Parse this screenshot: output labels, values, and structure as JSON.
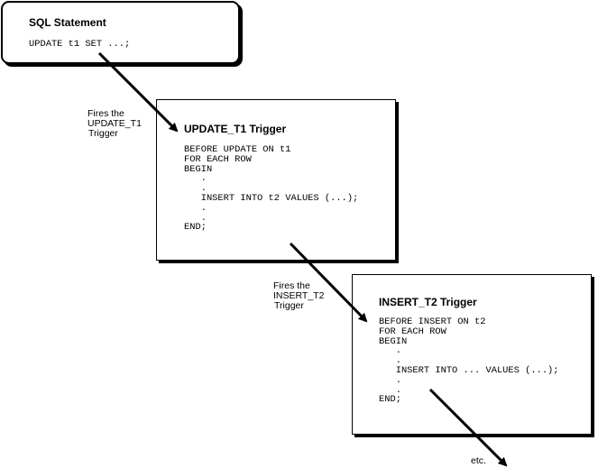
{
  "sql_box": {
    "title": "SQL Statement",
    "code": "UPDATE t1 SET ...;"
  },
  "trigger1": {
    "label_lines": [
      "Fires the",
      "UPDATE_T1",
      "Trigger"
    ],
    "title": "UPDATE_T1 Trigger",
    "code": [
      "BEFORE UPDATE ON t1",
      "FOR EACH ROW",
      "BEGIN",
      "   .",
      "   .",
      "   INSERT INTO t2 VALUES (...);",
      "   .",
      "   .",
      "END;"
    ]
  },
  "trigger2": {
    "label_lines": [
      "Fires the",
      "INSERT_T2",
      "Trigger"
    ],
    "title": "INSERT_T2 Trigger",
    "code": [
      "BEFORE INSERT ON t2",
      "FOR EACH ROW",
      "BEGIN",
      "   .",
      "   .",
      "   INSERT INTO ... VALUES (...);",
      "   .",
      "   .",
      "END;"
    ]
  },
  "continuation_label": "etc."
}
